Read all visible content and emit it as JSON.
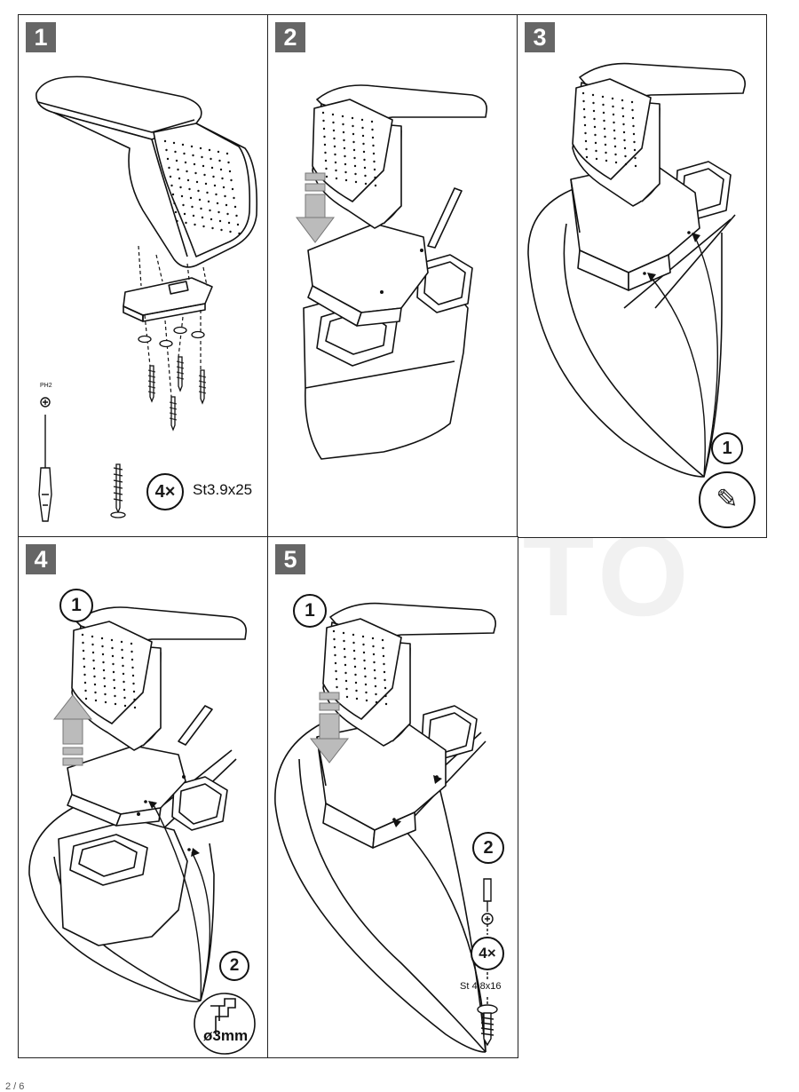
{
  "watermark": "AG AUTO",
  "footer": "2 / 6",
  "steps": [
    {
      "number": "1",
      "tool_label": "PH2",
      "qty": "4×",
      "screw_spec": "St3.9x25"
    },
    {
      "number": "2"
    },
    {
      "number": "3",
      "callout": "1",
      "icon": "pencil-hand-icon"
    },
    {
      "number": "4",
      "callout_1": "1",
      "callout_2": "2",
      "drill_size": "3mm",
      "diameter_symbol": "ø"
    },
    {
      "number": "5",
      "callout_1": "1",
      "callout_2": "2",
      "qty": "4×",
      "screw_spec": "St 4,8x16"
    }
  ]
}
